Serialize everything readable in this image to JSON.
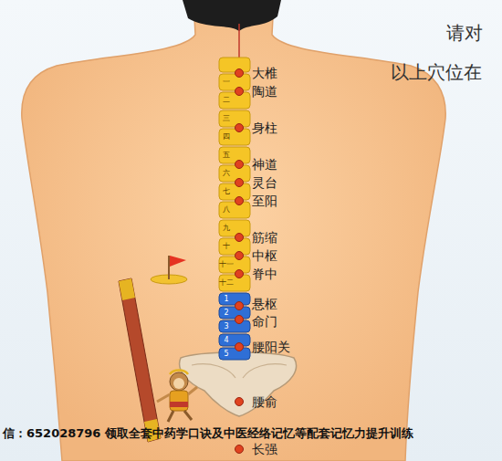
{
  "diagram": {
    "labels": [
      "请对",
      "以上穴位在",
      "大椎",
      "陶道",
      "身柱",
      "神道",
      "灵台",
      "至阳",
      "筋缩",
      "中枢",
      "脊中",
      "悬枢",
      "命门",
      "腰阳关",
      "腰俞",
      "长强",
      "一",
      "二",
      "三",
      "四",
      "五",
      "六",
      "七",
      "八",
      "九",
      "十",
      "十一",
      "十二",
      "1",
      "2",
      "3",
      "4",
      "5",
      "信：652028796 领取全套中药学口诀及中医经络记忆等配套记忆力提升训练"
    ]
  }
}
